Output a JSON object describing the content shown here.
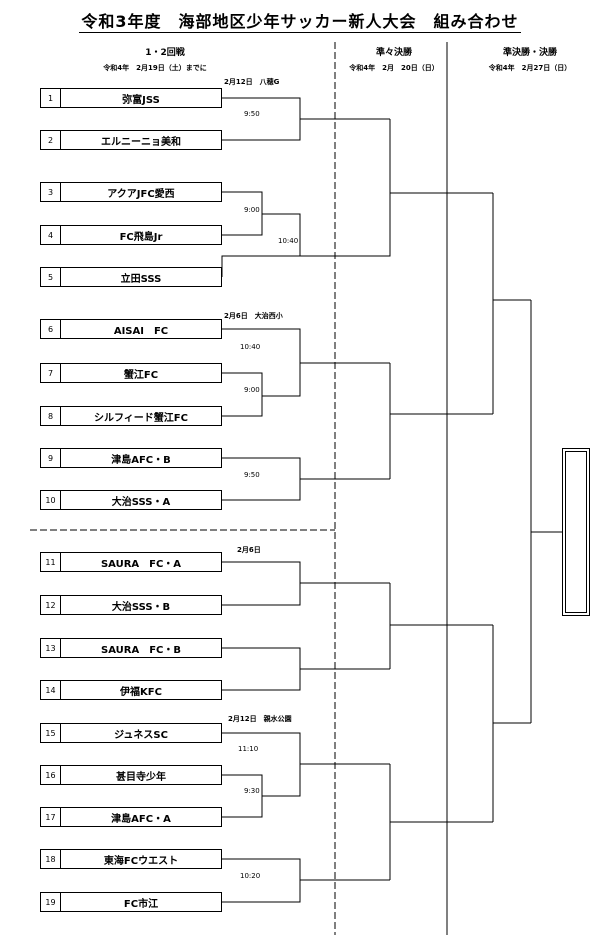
{
  "title": "令和3年度　海部地区少年サッカー新人大会　組み合わせ",
  "columns": {
    "round12": "1・2回戦",
    "round12_date": "令和4年　2月19日（土）までに",
    "qf": "準々決勝",
    "qf_date": "令和4年　2月　20日（日）",
    "sf": "準決勝・決勝",
    "sf_date": "令和4年　2月27日（日）"
  },
  "teams": [
    {
      "num": "1",
      "name": "弥富JSS"
    },
    {
      "num": "2",
      "name": "エルニーニョ美和"
    },
    {
      "num": "3",
      "name": "アクアJFC愛西"
    },
    {
      "num": "4",
      "name": "FC飛島Jr"
    },
    {
      "num": "5",
      "name": "立田SSS"
    },
    {
      "num": "6",
      "name": "AISAI　FC"
    },
    {
      "num": "7",
      "name": "蟹江FC"
    },
    {
      "num": "8",
      "name": "シルフィード蟹江FC"
    },
    {
      "num": "9",
      "name": "津島AFC・B"
    },
    {
      "num": "10",
      "name": "大治SSS・A"
    },
    {
      "num": "11",
      "name": "SAURA　FC・A"
    },
    {
      "num": "12",
      "name": "大治SSS・B"
    },
    {
      "num": "13",
      "name": "SAURA　FC・B"
    },
    {
      "num": "14",
      "name": "伊福KFC"
    },
    {
      "num": "15",
      "name": "ジュネスSC"
    },
    {
      "num": "16",
      "name": "甚目寺少年"
    },
    {
      "num": "17",
      "name": "津島AFC・A"
    },
    {
      "num": "18",
      "name": "東海FCウエスト"
    },
    {
      "num": "19",
      "name": "FC市江"
    }
  ],
  "venue_notes": [
    "2月12日　八穂G",
    "2月6日　大治西小",
    "2月6日",
    "2月12日　親水公園"
  ],
  "match_times": [
    "9:50",
    "9:00",
    "10:40",
    "10:40",
    "9:00",
    "9:50",
    "11:10",
    "9:30",
    "10:20"
  ]
}
